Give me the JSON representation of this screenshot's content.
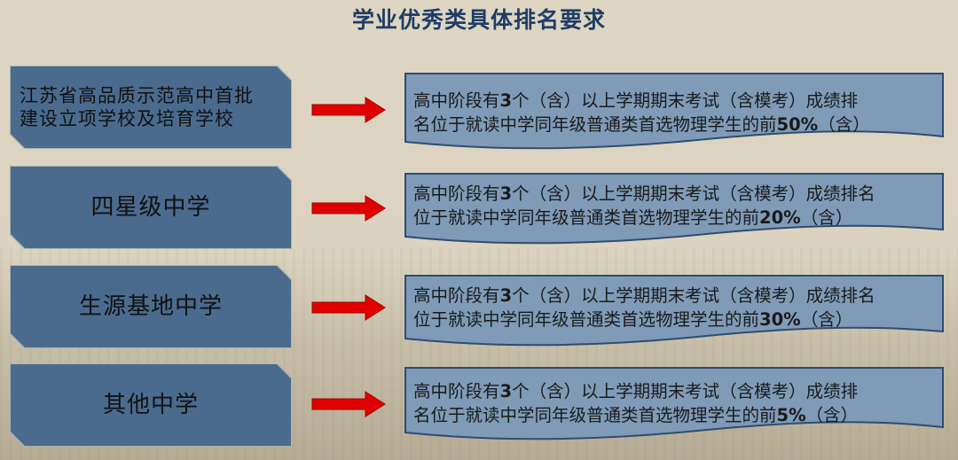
{
  "title": "学业优秀类具体排名要求",
  "colors": {
    "title": "#1f3d66",
    "left_box_fill": "#4a6b8e",
    "right_box_fill": "#7f9bb8",
    "right_box_border": "#2e4c72",
    "arrow": "#e00000",
    "background": "#ded6c2"
  },
  "rows": [
    {
      "school_type": "江苏省高品质示范高中首批建设立项学校及培育学校",
      "school_type_lines": [
        "江苏省高品质示范高中首批",
        "建设立项学校及培育学校"
      ],
      "requirement_line1": "高中阶段有3个（含）以上学期期末考试（含模考）成绩排",
      "requirement_line2": "名位于就读中学同年级普通类首选物理学生的前50%（含）",
      "percent": "50%"
    },
    {
      "school_type": "四星级中学",
      "requirement_line1": "高中阶段有3个（含）以上学期期末考试（含模考）成绩排名",
      "requirement_line2": "位于就读中学同年级普通类首选物理学生的前20%（含）",
      "percent": "20%"
    },
    {
      "school_type": "生源基地中学",
      "requirement_line1": "高中阶段有3个（含）以上学期期末考试（含模考）成绩排名",
      "requirement_line2": "位于就读中学同年级普通类首选物理学生的前30%（含）",
      "percent": "30%"
    },
    {
      "school_type": "其他中学",
      "requirement_line1": "高中阶段有3个（含）以上学期期末考试（含模考）成绩排",
      "requirement_line2": "名位于就读中学同年级普通类首选物理学生的前5%（含）",
      "percent": "5%"
    }
  ]
}
